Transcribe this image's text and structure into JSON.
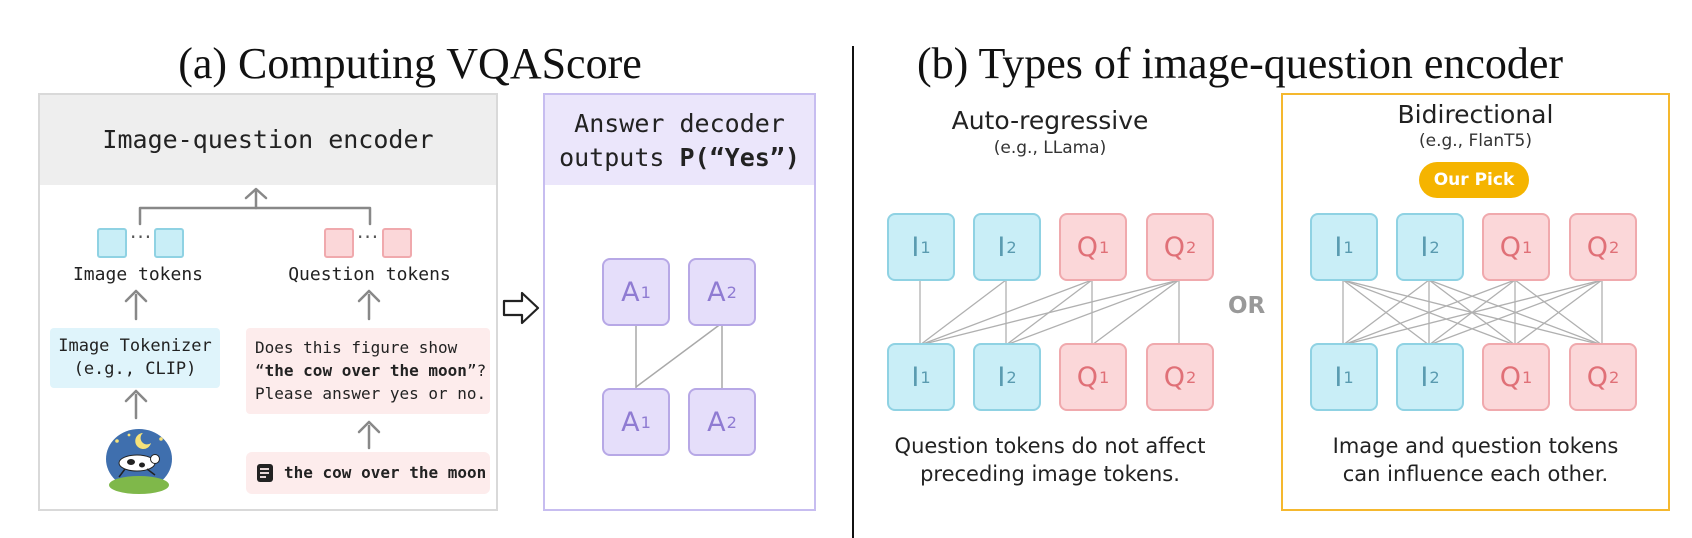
{
  "titles": {
    "left": "(a) Computing VQAScore",
    "right": "(b) Types of image-question encoder"
  },
  "encoder": {
    "header": "Image-question encoder",
    "image_tokens_label": "Image tokens",
    "question_tokens_label": "Question tokens",
    "tokenizer_line1": "Image Tokenizer",
    "tokenizer_line2": "(e.g., CLIP)",
    "question_prefix": "Does this figure show",
    "question_quote_open": "“",
    "question_bold": "the cow over the moon",
    "question_quote_close": "”?",
    "question_line3": "Please answer yes or no.",
    "prompt_text": "the cow over the moon"
  },
  "decoder": {
    "line1": "Answer decoder",
    "line2_prefix": "outputs ",
    "line2_bold": "P(“Yes”)",
    "token_letter": "A",
    "token_subs": [
      "1",
      "2"
    ]
  },
  "autoregressive": {
    "title": "Auto-regressive",
    "example": "(e.g., LLama)",
    "caption_line1": "Question tokens do not affect",
    "caption_line2": "preceding image tokens."
  },
  "or_label": "OR",
  "bidirectional": {
    "title": "Bidirectional",
    "example": "(e.g., FlanT5)",
    "pick_label": "Our Pick",
    "caption_line1": "Image and question tokens",
    "caption_line2": "can influence each other."
  },
  "tokens": [
    {
      "letter": "I",
      "sub": "1"
    },
    {
      "letter": "I",
      "sub": "2"
    },
    {
      "letter": "Q",
      "sub": "1"
    },
    {
      "letter": "Q",
      "sub": "2"
    }
  ],
  "colors": {
    "image_token": "#c9eef7",
    "question_token": "#fbd7d9",
    "answer_token": "#e5defa",
    "highlight_border": "#f5b82e",
    "our_pick": "#f5b400"
  },
  "icons": {
    "arrow_right": "hollow-arrow-right-icon",
    "arrow_up": "arrow-up-icon",
    "prompt": "document-icon",
    "image": "cow-over-moon-image"
  }
}
